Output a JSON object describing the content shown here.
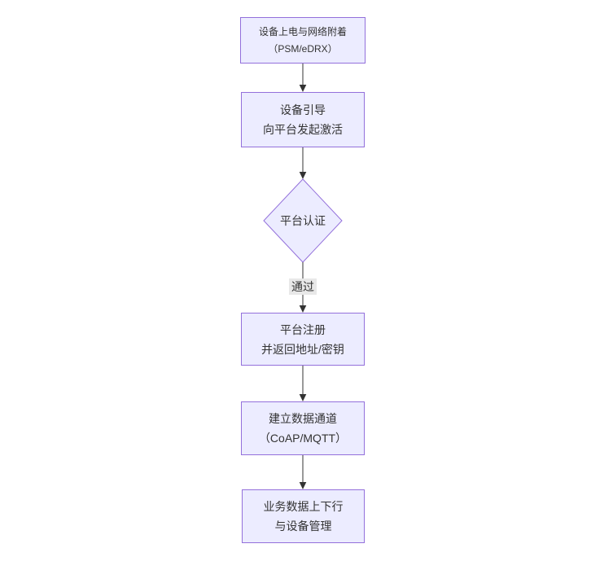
{
  "diagram": {
    "type": "flowchart",
    "direction": "top-down",
    "nodes": [
      {
        "id": "power-on",
        "shape": "rect",
        "lines": [
          "设备上电与网络附着",
          "（PSM/eDRX）"
        ]
      },
      {
        "id": "bootstrap",
        "shape": "rect",
        "lines": [
          "设备引导",
          "向平台发起激活"
        ]
      },
      {
        "id": "platform-auth",
        "shape": "diamond",
        "lines": [
          "平台认证"
        ]
      },
      {
        "id": "platform-register",
        "shape": "rect",
        "lines": [
          "平台注册",
          "并返回地址/密钥"
        ]
      },
      {
        "id": "data-channel",
        "shape": "rect",
        "lines": [
          "建立数据通道",
          "（CoAP/MQTT）"
        ]
      },
      {
        "id": "business-data",
        "shape": "rect",
        "lines": [
          "业务数据上下行",
          "与设备管理"
        ]
      }
    ],
    "edges": [
      {
        "from": "power-on",
        "to": "bootstrap",
        "label": ""
      },
      {
        "from": "bootstrap",
        "to": "platform-auth",
        "label": ""
      },
      {
        "from": "platform-auth",
        "to": "platform-register",
        "label": "通过"
      },
      {
        "from": "platform-register",
        "to": "data-channel",
        "label": ""
      },
      {
        "from": "data-channel",
        "to": "business-data",
        "label": ""
      }
    ],
    "colors": {
      "node_fill": "#ECECFF",
      "node_border": "#9370DB",
      "text": "#333333",
      "arrow": "#333333",
      "edge_label_bg": "#E8E8E8",
      "background": "#FFFFFF"
    }
  }
}
